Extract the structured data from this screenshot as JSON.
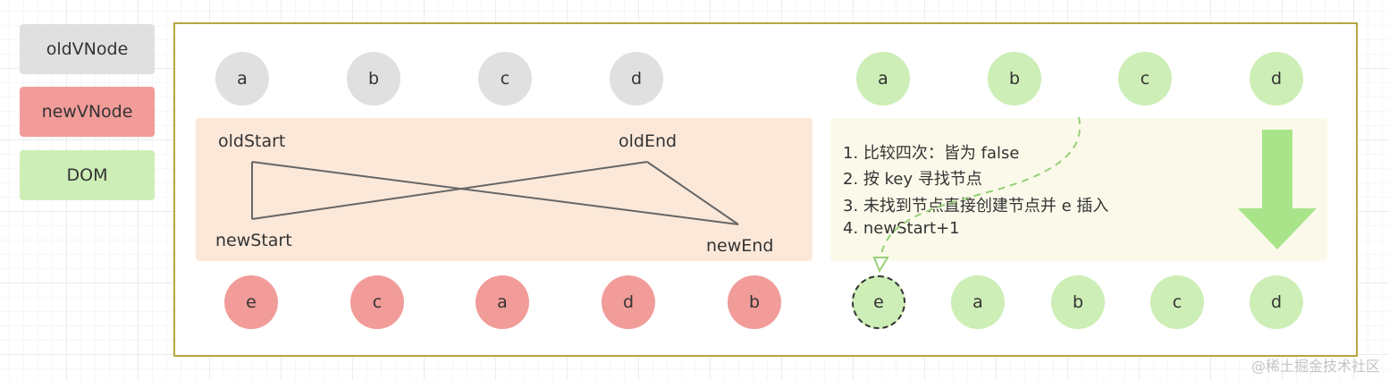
{
  "colors": {
    "old_fill": "#e0e0e0",
    "new_fill": "#f19c99",
    "dom_fill": "#cdeeb6",
    "compare_panel": "#fce8d9",
    "notes_panel": "#fbfaea",
    "frame_border": "#b4a73d",
    "arrow_fill": "#a9e48a",
    "dashed_line": "#97d077"
  },
  "legend": {
    "old": "oldVNode",
    "new": "newVNode",
    "dom": "DOM"
  },
  "old_vnodes": [
    "a",
    "b",
    "c",
    "d"
  ],
  "dom_top": [
    "a",
    "b",
    "c",
    "d"
  ],
  "new_vnodes": [
    "e",
    "c",
    "a",
    "d",
    "b"
  ],
  "dom_bottom": {
    "inserted": "e",
    "rest": [
      "a",
      "b",
      "c",
      "d"
    ]
  },
  "pointers": {
    "old_start": "oldStart",
    "old_end": "oldEnd",
    "new_start": "newStart",
    "new_end": "newEnd"
  },
  "steps": [
    "1. 比较四次：皆为 false",
    "2. 按 key 寻找节点",
    "3. 未找到节点直接创建节点并 e 插入",
    "4. newStart+1"
  ],
  "icons": {
    "down_arrow": "down-arrow-icon"
  },
  "watermark": "@稀土掘金技术社区"
}
